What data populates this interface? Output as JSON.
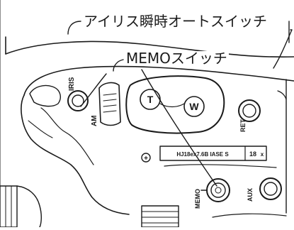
{
  "callouts": {
    "iris_auto_switch": "アイリス瞬時オートスイッチ",
    "memo_switch": "MEMOスイッチ"
  },
  "panel_labels": {
    "iris": "IRIS",
    "am": "AM",
    "t": "T",
    "w": "W",
    "ret": "RET",
    "plus": "+",
    "model": "HJ18ex7.6B IASE S",
    "zoom_ratio": "18",
    "zoom_unit": "x",
    "memo": "MEMO",
    "aux": "AUX"
  },
  "colors": {
    "ink": "#1a1a1a",
    "body_fill": "#ffffff",
    "shade": "#d9d9d9"
  }
}
